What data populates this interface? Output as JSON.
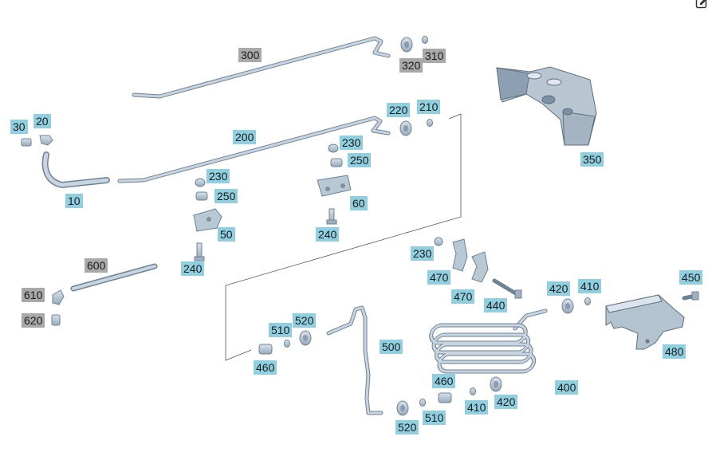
{
  "colors": {
    "part_fill": "#b7c6d3",
    "part_stroke": "#6f8294",
    "label_blue": "#8fcfe0",
    "label_gray": "#a9a9a9",
    "frame_line": "#555555"
  },
  "toolbar": {
    "edit_icon": "edit-icon"
  },
  "callouts": {
    "c300": "300",
    "c310": "310",
    "c320": "320",
    "c350": "350",
    "c30": "30",
    "c20": "20",
    "c10": "10",
    "c200": "200",
    "c220": "220",
    "c210": "210",
    "c230a": "230",
    "c250a": "250",
    "c50": "50",
    "c240a": "240",
    "c230b": "230",
    "c250b": "250",
    "c60": "60",
    "c240b": "240",
    "c600": "600",
    "c610": "610",
    "c620": "620",
    "c230c": "230",
    "c470a": "470",
    "c470b": "470",
    "c440": "440",
    "c420a": "420",
    "c410a": "410",
    "c450": "450",
    "c480": "480",
    "c400": "400",
    "c420b": "420",
    "c410b": "410",
    "c460a": "460",
    "c510a": "510",
    "c520a": "520",
    "c500": "500",
    "c460b": "460",
    "c510b": "510",
    "c520b": "520"
  }
}
